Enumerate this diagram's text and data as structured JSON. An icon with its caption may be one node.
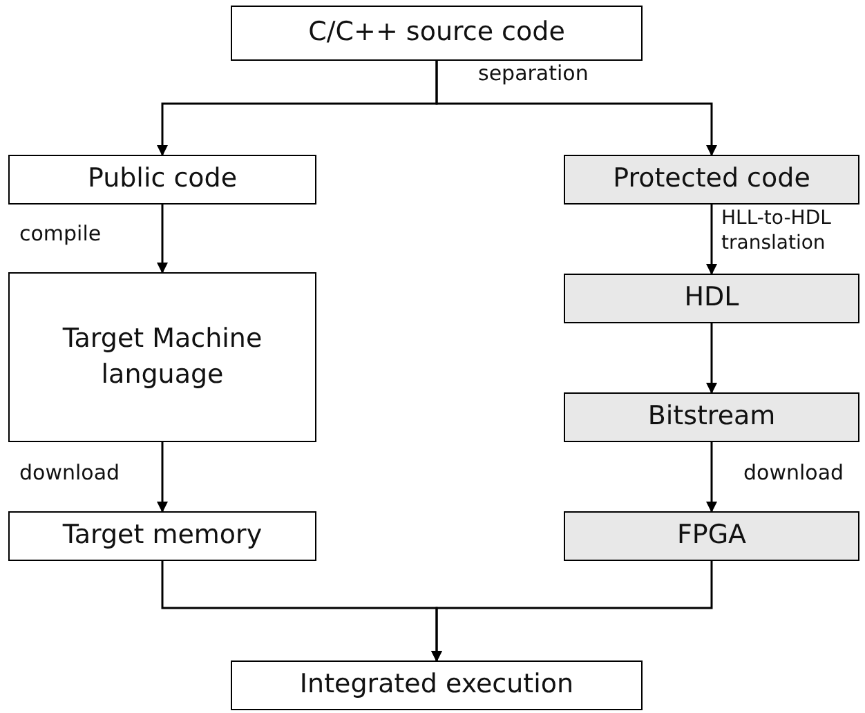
{
  "diagram": {
    "nodes": [
      {
        "text": [
          "C/C++ source code"
        ]
      },
      {
        "text": [
          "Public code"
        ]
      },
      {
        "text": [
          "Protected code"
        ]
      },
      {
        "text": [
          "Target Machine language"
        ]
      },
      {
        "text": [
          "HDL"
        ]
      },
      {
        "text": [
          "Bitstream"
        ]
      },
      {
        "text": [
          "Target memory"
        ]
      },
      {
        "text": [
          "FPGA"
        ]
      },
      {
        "text": [
          "Integrated execution"
        ]
      }
    ],
    "edges": [
      {
        "from": 0,
        "to": 1,
        "arrow": "to"
      },
      {
        "from": 0,
        "to": 2,
        "arrow": "to",
        "label": "separation"
      },
      {
        "from": 1,
        "to": 3,
        "arrow": "to",
        "label": "compile"
      },
      {
        "from": 2,
        "to": 4,
        "arrow": "to",
        "label": "HLL-to-HDL translation"
      },
      {
        "from": 4,
        "to": 5,
        "arrow": "to"
      },
      {
        "from": 3,
        "to": 6,
        "arrow": "to",
        "label": "download"
      },
      {
        "from": 5,
        "to": 7,
        "arrow": "to",
        "label": "download"
      },
      {
        "from": 6,
        "to": 8,
        "arrow": "to"
      },
      {
        "from": 7,
        "to": 8,
        "arrow": "to"
      }
    ]
  }
}
